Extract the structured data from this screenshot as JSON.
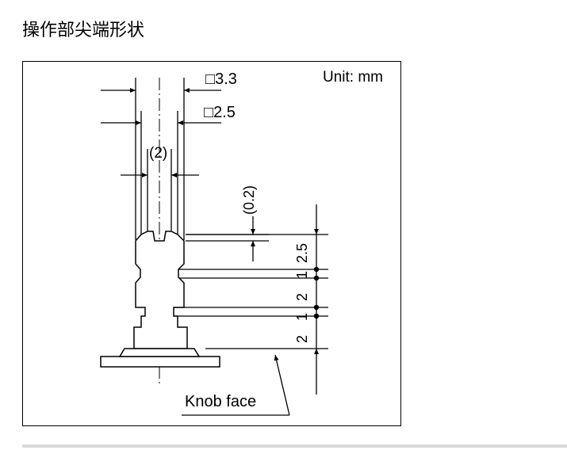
{
  "page": {
    "heading": "操作部尖端形状"
  },
  "drawing": {
    "unit_label": "Unit: mm",
    "labels": {
      "outer_square": "□3.3",
      "inner_square": "□2.5",
      "tip_width": "(2)",
      "chamfer": "(0.2)",
      "dim_top": "2.5",
      "dim_second": "1",
      "dim_third": "2",
      "dim_fourth": "1",
      "dim_fifth": "2",
      "knob_face": "Knob face"
    }
  }
}
